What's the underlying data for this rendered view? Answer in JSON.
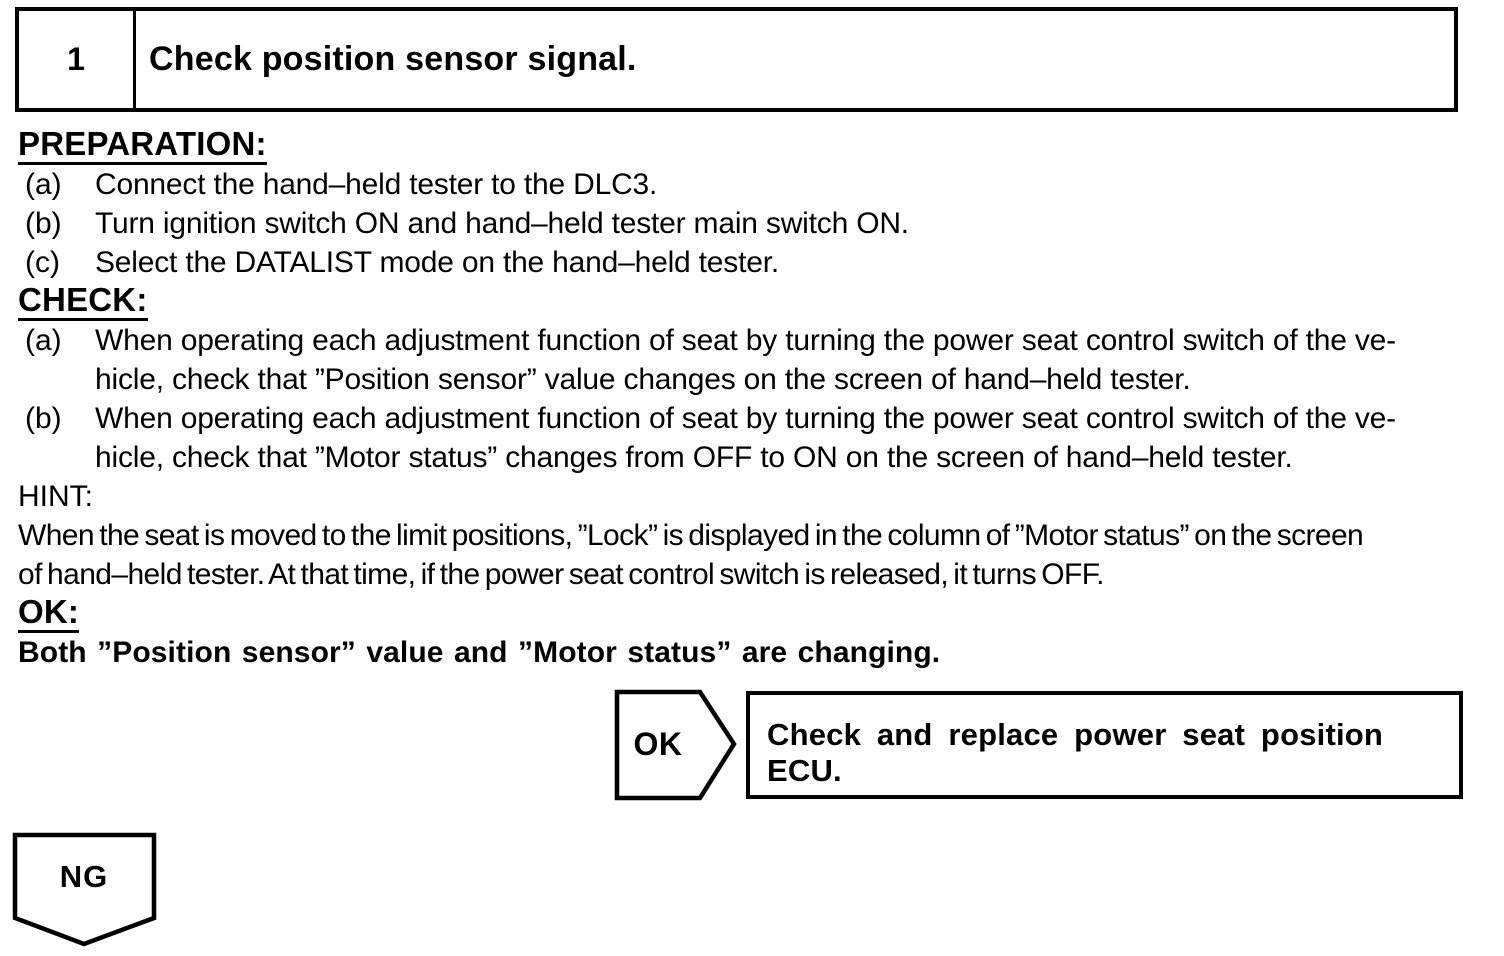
{
  "step": {
    "number": "1",
    "title": "Check position sensor signal."
  },
  "preparation": {
    "heading": "PREPARATION:",
    "items": [
      {
        "label": "(a)",
        "text": "Connect the hand–held tester to the DLC3."
      },
      {
        "label": "(b)",
        "text": "Turn ignition switch ON and hand–held tester main switch ON."
      },
      {
        "label": "(c)",
        "text": "Select the DATALIST mode on the hand–held tester."
      }
    ]
  },
  "check": {
    "heading": "CHECK:",
    "items": [
      {
        "label": "(a)",
        "text": "When operating each adjustment function of seat by turning the power seat control switch of the ve-\nhicle, check that ”Position sensor” value changes on the screen of hand–held tester."
      },
      {
        "label": "(b)",
        "text": "When operating each adjustment function of seat by turning the power seat control switch of the ve-\nhicle, check that ”Motor status” changes from OFF to ON on the screen of hand–held tester."
      }
    ]
  },
  "hint": {
    "heading": "HINT:",
    "text": "When the seat is moved to the limit positions, ”Lock” is displayed in the column of ”Motor status” on the screen\nof hand–held tester. At that time, if the power seat control switch is released, it turns OFF."
  },
  "ok": {
    "heading": "OK:",
    "statement": "Both ”Position sensor” value and ”Motor status” are changing."
  },
  "flowchart": {
    "ok_label": "OK",
    "ok_result": "Check and replace power seat position ECU.",
    "ng_label": "NG"
  },
  "colors": {
    "ink": "#000000",
    "paper": "#ffffff"
  }
}
